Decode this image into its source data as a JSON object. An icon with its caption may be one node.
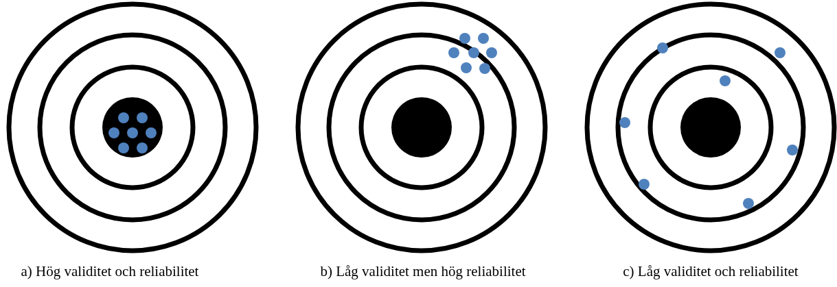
{
  "diagram": {
    "labels": [
      "a) Hög validitet och reliabilitet",
      "b) Låg validitet men hög reliabilitet",
      "c) Låg validitet och reliabilitet"
    ]
  }
}
